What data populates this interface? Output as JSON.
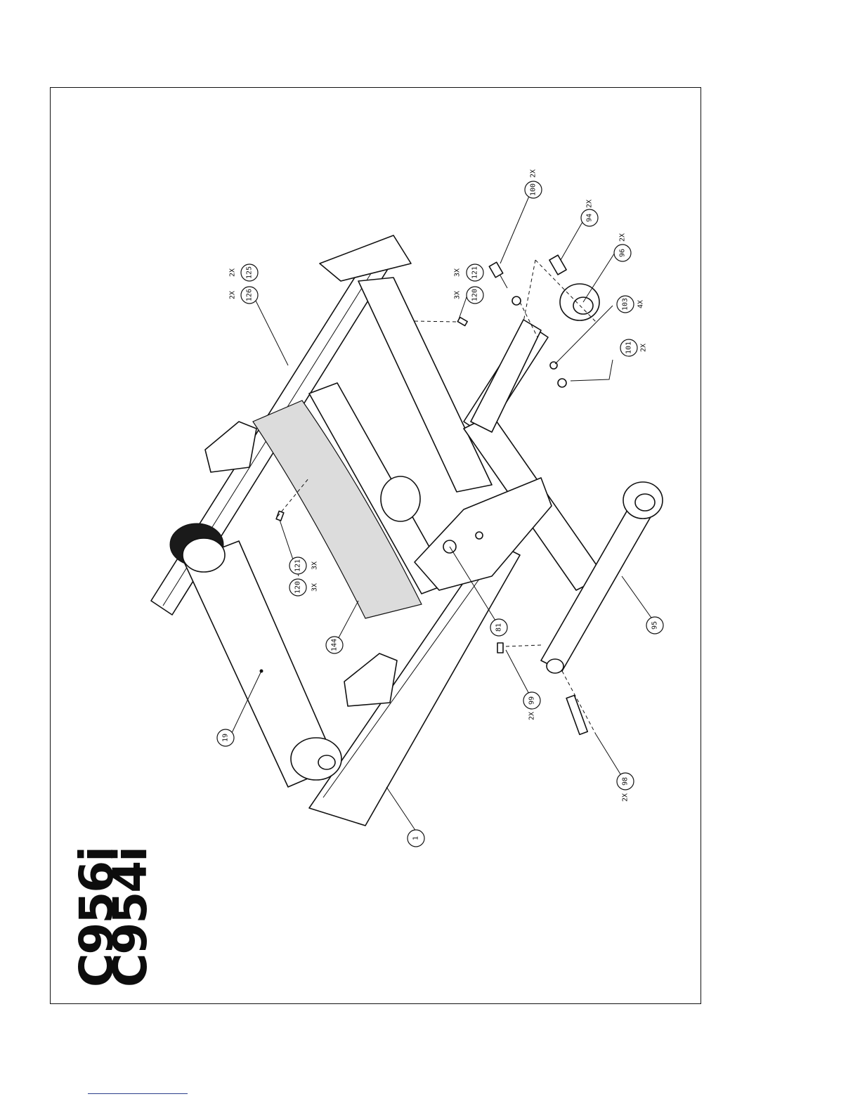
{
  "title": {
    "line1": "C956i",
    "line2": "C954i"
  },
  "callouts": [
    {
      "id": "1",
      "label": "1",
      "qty": ""
    },
    {
      "id": "19",
      "label": "19",
      "qty": ""
    },
    {
      "id": "81",
      "label": "81",
      "qty": ""
    },
    {
      "id": "94",
      "label": "94",
      "qty": "2X"
    },
    {
      "id": "95",
      "label": "95",
      "qty": ""
    },
    {
      "id": "96",
      "label": "96",
      "qty": "2X"
    },
    {
      "id": "98",
      "label": "98",
      "qty": "2X"
    },
    {
      "id": "99",
      "label": "99",
      "qty": "2X"
    },
    {
      "id": "100",
      "label": "100",
      "qty": "2X"
    },
    {
      "id": "101",
      "label": "101",
      "qty": "2X"
    },
    {
      "id": "103",
      "label": "103",
      "qty": "4X"
    },
    {
      "id": "120a",
      "label": "120",
      "qty": "3X"
    },
    {
      "id": "121a",
      "label": "121",
      "qty": "3X"
    },
    {
      "id": "120b",
      "label": "120",
      "qty": "3X"
    },
    {
      "id": "121b",
      "label": "121",
      "qty": "3X"
    },
    {
      "id": "125",
      "label": "125",
      "qty": "2X"
    },
    {
      "id": "126",
      "label": "126",
      "qty": "2X"
    },
    {
      "id": "144",
      "label": "144",
      "qty": ""
    }
  ]
}
